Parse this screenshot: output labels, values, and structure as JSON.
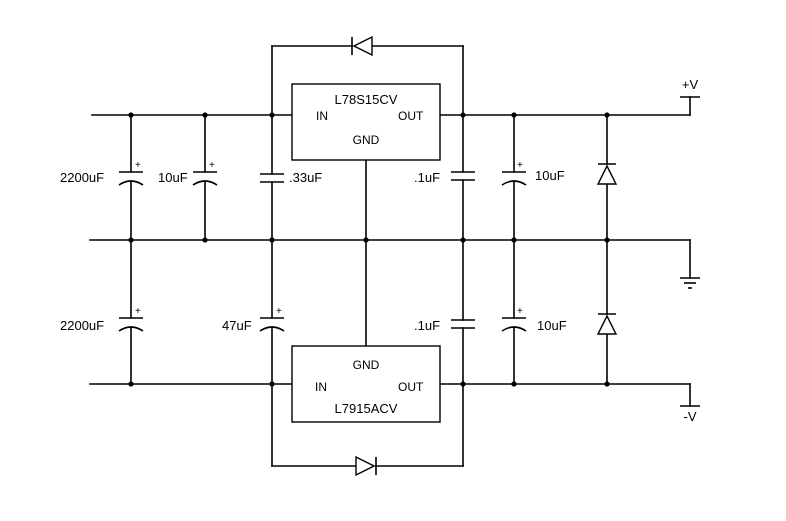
{
  "regulators": {
    "positive": {
      "name": "L78S15CV",
      "pin_in": "IN",
      "pin_out": "OUT",
      "pin_gnd": "GND"
    },
    "negative": {
      "name": "L7915ACV",
      "pin_in": "IN",
      "pin_out": "OUT",
      "pin_gnd": "GND"
    }
  },
  "capacitors": {
    "c_in_pos_bulk": "2200uF",
    "c_in_pos_small": "10uF",
    "c_in_pos_ceramic": ".33uF",
    "c_out_pos_ceramic": ".1uF",
    "c_out_pos_elec": "10uF",
    "c_in_neg_bulk": "2200uF",
    "c_in_neg_elec": "47uF",
    "c_out_neg_ceramic": ".1uF",
    "c_out_neg_elec": "10uF"
  },
  "outputs": {
    "positive": "+V",
    "negative": "-V"
  },
  "polarity_mark": "+",
  "icons": [
    "diode-icon",
    "ground-icon",
    "capacitor-icon",
    "polarized-capacitor-icon"
  ]
}
